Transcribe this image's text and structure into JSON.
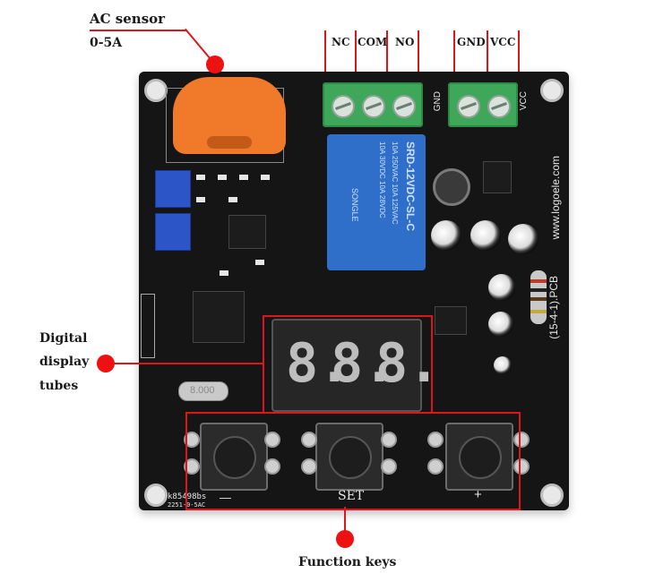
{
  "annotations": {
    "ac_sensor": {
      "title": "AC sensor",
      "subtitle": "0-5A"
    },
    "terminals_relay": [
      "NC",
      "COM",
      "NO"
    ],
    "terminals_power": [
      "GND",
      "VCC"
    ],
    "display": {
      "line1": "Digital",
      "line2": "display",
      "line3": "tubes"
    },
    "keys": "Function keys"
  },
  "board": {
    "relay_lines": [
      "SRD-12VDC-SL-C",
      "10A 250VAC 10A 125VAC",
      "10A 30VDC 10A 28VDC",
      "SONGLE"
    ],
    "website": "www.logoele.com",
    "pcb_code": "(15-4-1).PCB",
    "silk_gnd": "GND",
    "silk_vcc": "VCC",
    "display_digits": [
      "8.",
      "8.",
      "8."
    ],
    "crystal": "8.000",
    "model_line1": "k85498bs",
    "model_line2": "2251-0-5AC",
    "key_labels": [
      "—",
      "SET",
      "+"
    ]
  },
  "colors": {
    "accent_red": "#e0141b",
    "sensor_orange": "#f07a2a",
    "terminal_green": "#3fa75a",
    "relay_blue": "#2f6fc9",
    "board_black": "#151515"
  }
}
